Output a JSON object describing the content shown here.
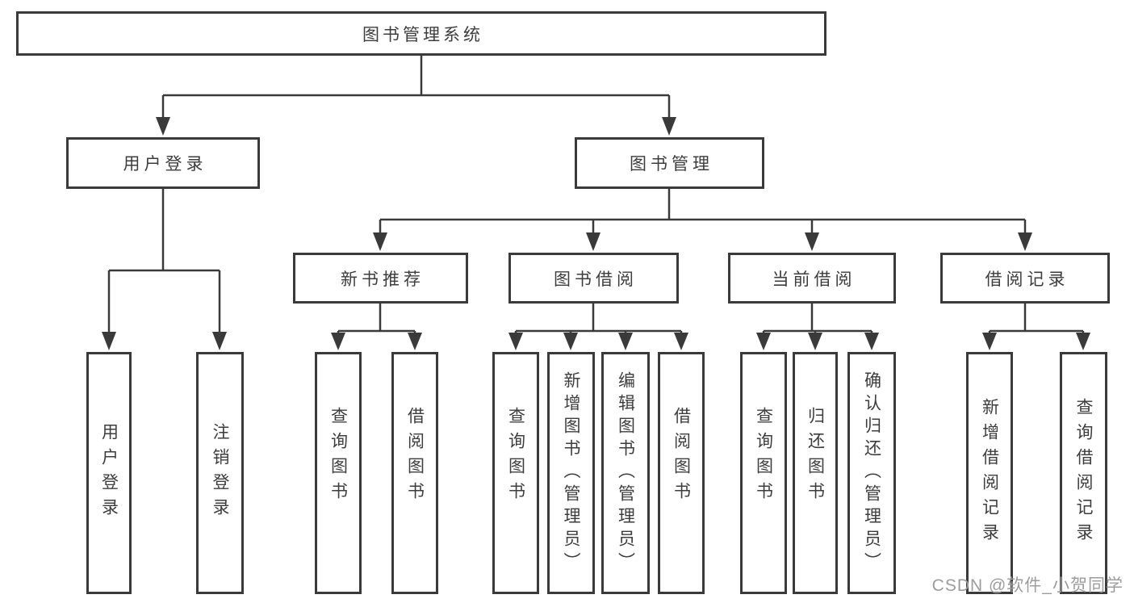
{
  "page": {
    "background_color": "#ffffff",
    "line_color": "#3a3a3a",
    "text_color": "#3d3d3d"
  },
  "diagram": {
    "root": {
      "label": "图书管理系统"
    },
    "level2": [
      {
        "id": "user-login",
        "label": "用户登录"
      },
      {
        "id": "book-management",
        "label": "图书管理"
      }
    ],
    "level3": [
      {
        "id": "new-book-recommend",
        "label": "新书推荐"
      },
      {
        "id": "book-borrowing",
        "label": "图书借阅"
      },
      {
        "id": "current-borrowing",
        "label": "当前借阅"
      },
      {
        "id": "borrowing-records",
        "label": "借阅记录"
      }
    ],
    "leaves": [
      {
        "id": "user-login-leaf",
        "label": "用户登录",
        "parent": "用户登录"
      },
      {
        "id": "logout-leaf",
        "label": "注销登录",
        "parent": "用户登录"
      },
      {
        "id": "nb-query-books",
        "label": "查询图书",
        "parent": "新书推荐"
      },
      {
        "id": "nb-borrow-books",
        "label": "借阅图书",
        "parent": "新书推荐"
      },
      {
        "id": "bb-query-books",
        "label": "查询图书",
        "parent": "图书借阅"
      },
      {
        "id": "bb-add-books",
        "label": "新增图书（管理员）",
        "parent": "图书借阅"
      },
      {
        "id": "bb-edit-books",
        "label": "编辑图书（管理员）",
        "parent": "图书借阅"
      },
      {
        "id": "bb-borrow-books",
        "label": "借阅图书",
        "parent": "图书借阅"
      },
      {
        "id": "cb-query-books",
        "label": "查询图书",
        "parent": "当前借阅"
      },
      {
        "id": "cb-return-books",
        "label": "归还图书",
        "parent": "当前借阅"
      },
      {
        "id": "cb-confirm-return",
        "label": "确认归还（管理员）",
        "parent": "当前借阅"
      },
      {
        "id": "br-add-record",
        "label": "新增借阅记录",
        "parent": "借阅记录"
      },
      {
        "id": "br-query-record",
        "label": "查询借阅记录",
        "parent": "借阅记录"
      }
    ]
  },
  "watermark": {
    "text": "CSDN @软件_小贺同学",
    "color": "#9c9c9c"
  }
}
